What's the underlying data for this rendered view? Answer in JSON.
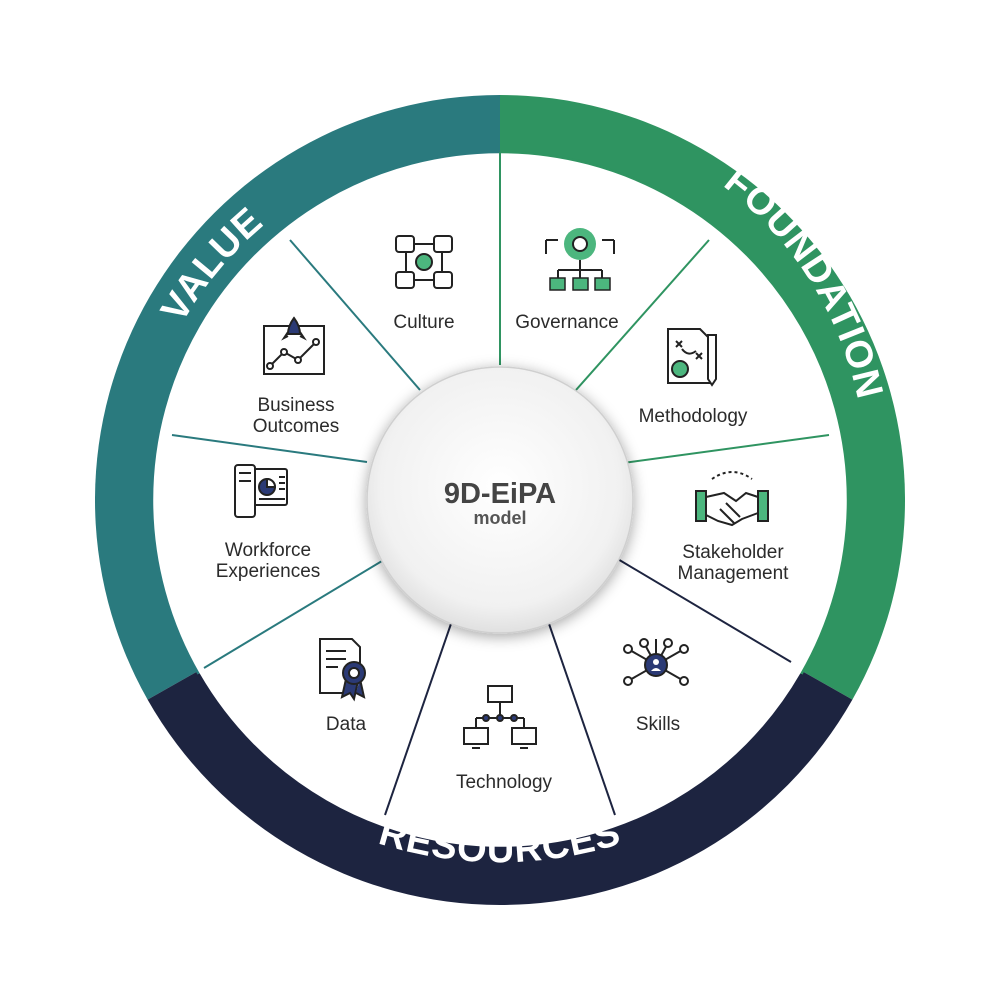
{
  "ring": {
    "value": "VALUE",
    "foundation": "FOUNDATION",
    "resources": "RESOURCES"
  },
  "center": {
    "title": "9D-EiPA",
    "subtitle": "model"
  },
  "segments": {
    "culture": "Culture",
    "governance": "Governance",
    "methodology": "Methodology",
    "stakeholder_1": "Stakeholder",
    "stakeholder_2": "Management",
    "skills": "Skills",
    "technology": "Technology",
    "data": "Data",
    "workforce_1": "Workforce",
    "workforce_2": "Experiences",
    "business_1": "Business",
    "business_2": "Outcomes"
  },
  "icons": {
    "culture": "hands-circle-icon",
    "governance": "gear-hierarchy-icon",
    "methodology": "strategy-document-icon",
    "stakeholder": "handshake-icon",
    "skills": "people-network-icon",
    "technology": "computer-network-icon",
    "data": "certified-document-icon",
    "workforce": "dashboard-devices-icon",
    "business": "rocket-growth-icon"
  },
  "colors": {
    "value": "#2a7a7e",
    "foundation": "#2f9461",
    "resources": "#1d2440",
    "accent_green": "#4cb67e"
  }
}
